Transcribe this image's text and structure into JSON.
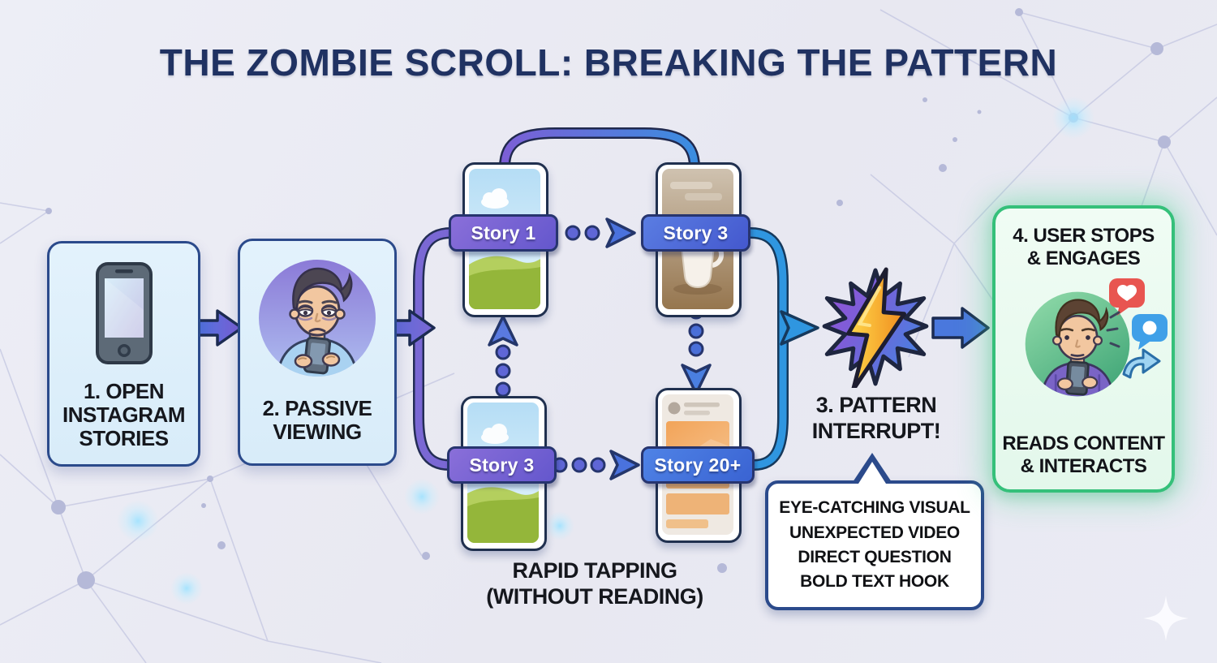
{
  "title": "THE ZOMBIE SCROLL: BREAKING THE PATTERN",
  "step1": {
    "lines": [
      "1. OPEN",
      "INSTAGRAM",
      "STORIES"
    ]
  },
  "step2": {
    "lines": [
      "2. PASSIVE",
      "VIEWING"
    ]
  },
  "loop": {
    "story_labels": [
      "Story 1",
      "Story 3",
      "Story 3",
      "Story 20+"
    ],
    "caption_lines": [
      "RAPID TAPPING",
      "(WITHOUT READING)"
    ]
  },
  "step3": {
    "lines": [
      "3. PATTERN",
      "INTERRUPT!"
    ],
    "bubble_lines": [
      "EYE-CATCHING VISUAL",
      "UNEXPECTED VIDEO",
      "DIRECT QUESTION",
      "BOLD TEXT HOOK"
    ]
  },
  "step4": {
    "title_lines": [
      "4. USER STOPS",
      "& ENGAGES"
    ],
    "caption_lines": [
      "READS CONTENT",
      "& INTERACTS"
    ]
  },
  "icons": {
    "smartphone": "smartphone-icon",
    "tired_user": "tired-user-avatar",
    "engaged_user": "engaged-user-avatar",
    "lightning": "lightning-bolt-starburst-icon",
    "heart": "heart-like-badge-icon",
    "comment": "comment-badge-icon",
    "share": "share-arrow-icon",
    "sparkle": "sparkle-icon"
  },
  "colors": {
    "background": "#eaebf4",
    "title_navy": "#203262",
    "box_fill": "#ddeefa",
    "box_border": "#2b4a8b",
    "pill_purple": "#6457cd",
    "pill_blue": "#4458ce",
    "connector_purple": "#7a68d4",
    "connector_blue": "#2f96e0",
    "arrow_blue": "#4a78dd",
    "green_border": "#35c07a",
    "green_fill": "#e9fbf0",
    "bolt_orange": "#f08c1e",
    "bolt_yellow": "#ffd84a",
    "heart_red": "#e85550",
    "comment_blue": "#3fa0e8"
  }
}
